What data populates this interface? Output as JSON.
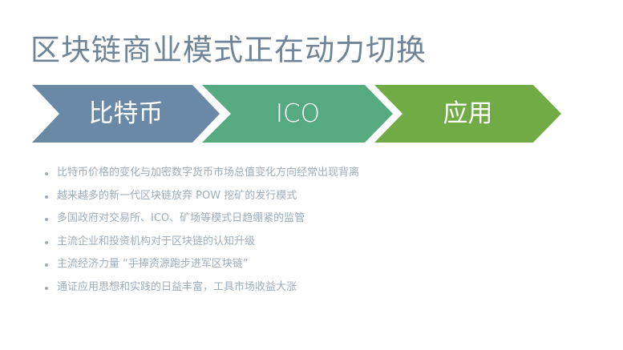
{
  "slide": {
    "title": "区块链商业模式正在动力切换",
    "process": {
      "steps": [
        {
          "label": "比特币",
          "color": "#6989a7"
        },
        {
          "label": "ICO",
          "color": "#56aa80"
        },
        {
          "label": "应用",
          "color": "#70ab46"
        }
      ]
    },
    "bullets": [
      "比特币价格的变化与加密数字货币市场总值变化方向经常出现背离",
      "越来越多的新一代区块链放弃 POW 挖矿的发行模式",
      "多国政府对交易所、ICO、矿场等模式日趋绷紧的监管",
      "主流企业和投资机构对于区块链的认知升级",
      "主流经济力量 “手捧资源跑步进军区块链”",
      "通证应用思想和实践的日益丰富，工具市场收益大涨"
    ]
  }
}
